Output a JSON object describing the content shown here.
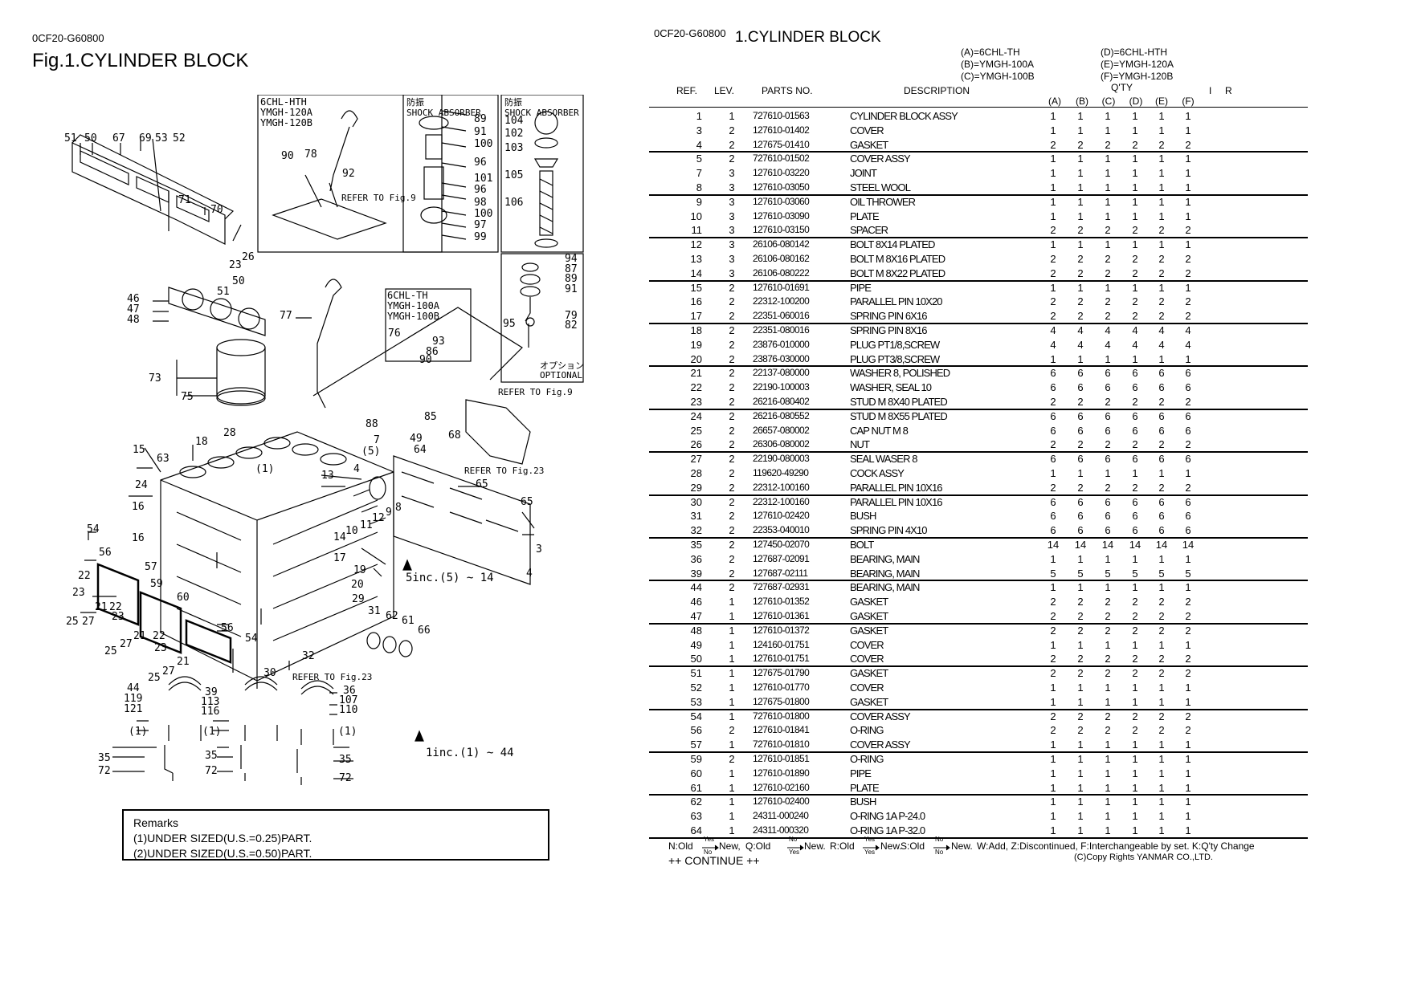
{
  "left": {
    "code": "0CF20-G60800",
    "title": "Fig.1.CYLINDER BLOCK",
    "boxes": [
      {
        "lines": [
          "6CHL-HTH",
          "YMGH-120A",
          "YMGH-120B"
        ]
      },
      {
        "lines": [
          "防振",
          "SHOCK ABSORBER"
        ]
      },
      {
        "lines": [
          "防振",
          "SHOCK ABSORBER"
        ]
      },
      {
        "lines": [
          "6CHL-TH",
          "YMGH-100A",
          "YMGH-100B"
        ]
      }
    ],
    "notes": {
      "refer_fig9_a": "REFER TO Fig.9",
      "refer_fig9_b": "REFER TO Fig.9",
      "refer_fig23_a": "REFER TO Fig.23",
      "refer_fig23_b": "REFER TO Fig.23",
      "optional_jp": "オプション",
      "optional": "OPTIONAL",
      "inc5": "5inc.(5) ~ 14",
      "inc1": "1inc.(1) ~ 44"
    },
    "remarks": {
      "heading": "Remarks",
      "lines": [
        "(1)UNDER SIZED(U.S.=0.25)PART.",
        "(2)UNDER SIZED(U.S.=0.50)PART."
      ]
    }
  },
  "right": {
    "code": "0CF20-G60800",
    "title": "1.CYLINDER BLOCK",
    "models_left": [
      "(A)=6CHL-TH",
      "(B)=YMGH-100A",
      "(C)=YMGH-100B"
    ],
    "models_right": [
      "(D)=6CHL-HTH",
      "(E)=YMGH-120A",
      "(F)=YMGH-120B"
    ],
    "headers": {
      "ref": "REF.",
      "lev": "LEV.",
      "parts": "PARTS NO.",
      "desc": "DESCRIPTION",
      "qty": "Q'TY",
      "i": "I",
      "r": "R",
      "cols": [
        "(A)",
        "(B)",
        "(C)",
        "(D)",
        "(E)",
        "(F)"
      ]
    },
    "rows": [
      [
        "1",
        "1",
        "727610-01563",
        "CYLINDER BLOCK ASSY",
        "1",
        "1",
        "1",
        "1",
        "1",
        "1"
      ],
      [
        "3",
        "2",
        "127610-01402",
        "COVER",
        "1",
        "1",
        "1",
        "1",
        "1",
        "1"
      ],
      [
        "4",
        "2",
        "127675-01410",
        "GASKET",
        "2",
        "2",
        "2",
        "2",
        "2",
        "2"
      ],
      [
        "5",
        "2",
        "727610-01502",
        "COVER ASSY",
        "1",
        "1",
        "1",
        "1",
        "1",
        "1"
      ],
      [
        "7",
        "3",
        "127610-03220",
        "JOINT",
        "1",
        "1",
        "1",
        "1",
        "1",
        "1"
      ],
      [
        "8",
        "3",
        "127610-03050",
        "STEEL WOOL",
        "1",
        "1",
        "1",
        "1",
        "1",
        "1"
      ],
      [
        "9",
        "3",
        "127610-03060",
        "OIL THROWER",
        "1",
        "1",
        "1",
        "1",
        "1",
        "1"
      ],
      [
        "10",
        "3",
        "127610-03090",
        "PLATE",
        "1",
        "1",
        "1",
        "1",
        "1",
        "1"
      ],
      [
        "11",
        "3",
        "127610-03150",
        "SPACER",
        "2",
        "2",
        "2",
        "2",
        "2",
        "2"
      ],
      [
        "12",
        "3",
        "26106-080142",
        "BOLT 8X14 PLATED",
        "1",
        "1",
        "1",
        "1",
        "1",
        "1"
      ],
      [
        "13",
        "3",
        "26106-080162",
        "BOLT M 8X16 PLATED",
        "2",
        "2",
        "2",
        "2",
        "2",
        "2"
      ],
      [
        "14",
        "3",
        "26106-080222",
        "BOLT M 8X22 PLATED",
        "2",
        "2",
        "2",
        "2",
        "2",
        "2"
      ],
      [
        "15",
        "2",
        "127610-01691",
        "PIPE",
        "1",
        "1",
        "1",
        "1",
        "1",
        "1"
      ],
      [
        "16",
        "2",
        "22312-100200",
        "PARALLEL PIN 10X20",
        "2",
        "2",
        "2",
        "2",
        "2",
        "2"
      ],
      [
        "17",
        "2",
        "22351-060016",
        "SPRING PIN 6X16",
        "2",
        "2",
        "2",
        "2",
        "2",
        "2"
      ],
      [
        "18",
        "2",
        "22351-080016",
        "SPRING PIN 8X16",
        "4",
        "4",
        "4",
        "4",
        "4",
        "4"
      ],
      [
        "19",
        "2",
        "23876-010000",
        "PLUG PT1/8,SCREW",
        "4",
        "4",
        "4",
        "4",
        "4",
        "4"
      ],
      [
        "20",
        "2",
        "23876-030000",
        "PLUG PT3/8,SCREW",
        "1",
        "1",
        "1",
        "1",
        "1",
        "1"
      ],
      [
        "21",
        "2",
        "22137-080000",
        "WASHER 8, POLISHED",
        "6",
        "6",
        "6",
        "6",
        "6",
        "6"
      ],
      [
        "22",
        "2",
        "22190-100003",
        "WASHER, SEAL 10",
        "6",
        "6",
        "6",
        "6",
        "6",
        "6"
      ],
      [
        "23",
        "2",
        "26216-080402",
        "STUD M 8X40 PLATED",
        "2",
        "2",
        "2",
        "2",
        "2",
        "2"
      ],
      [
        "24",
        "2",
        "26216-080552",
        "STUD M 8X55 PLATED",
        "6",
        "6",
        "6",
        "6",
        "6",
        "6"
      ],
      [
        "25",
        "2",
        "26657-080002",
        "CAP NUT M 8",
        "6",
        "6",
        "6",
        "6",
        "6",
        "6"
      ],
      [
        "26",
        "2",
        "26306-080002",
        "NUT",
        "2",
        "2",
        "2",
        "2",
        "2",
        "2"
      ],
      [
        "27",
        "2",
        "22190-080003",
        "SEAL WASER 8",
        "6",
        "6",
        "6",
        "6",
        "6",
        "6"
      ],
      [
        "28",
        "2",
        "119620-49290",
        "COCK ASSY",
        "1",
        "1",
        "1",
        "1",
        "1",
        "1"
      ],
      [
        "29",
        "2",
        "22312-100160",
        "PARALLEL PIN 10X16",
        "2",
        "2",
        "2",
        "2",
        "2",
        "2"
      ],
      [
        "30",
        "2",
        "22312-100160",
        "PARALLEL PIN 10X16",
        "6",
        "6",
        "6",
        "6",
        "6",
        "6"
      ],
      [
        "31",
        "2",
        "127610-02420",
        "BUSH",
        "6",
        "6",
        "6",
        "6",
        "6",
        "6"
      ],
      [
        "32",
        "2",
        "22353-040010",
        "SPRING PIN 4X10",
        "6",
        "6",
        "6",
        "6",
        "6",
        "6"
      ],
      [
        "35",
        "2",
        "127450-02070",
        "BOLT",
        "14",
        "14",
        "14",
        "14",
        "14",
        "14"
      ],
      [
        "36",
        "2",
        "127687-02091",
        "BEARING, MAIN",
        "1",
        "1",
        "1",
        "1",
        "1",
        "1"
      ],
      [
        "39",
        "2",
        "127687-02111",
        "BEARING, MAIN",
        "5",
        "5",
        "5",
        "5",
        "5",
        "5"
      ],
      [
        "44",
        "2",
        "727687-02931",
        "BEARING, MAIN",
        "1",
        "1",
        "1",
        "1",
        "1",
        "1"
      ],
      [
        "46",
        "1",
        "127610-01352",
        "GASKET",
        "2",
        "2",
        "2",
        "2",
        "2",
        "2"
      ],
      [
        "47",
        "1",
        "127610-01361",
        "GASKET",
        "2",
        "2",
        "2",
        "2",
        "2",
        "2"
      ],
      [
        "48",
        "1",
        "127610-01372",
        "GASKET",
        "2",
        "2",
        "2",
        "2",
        "2",
        "2"
      ],
      [
        "49",
        "1",
        "124160-01751",
        "COVER",
        "1",
        "1",
        "1",
        "1",
        "1",
        "1"
      ],
      [
        "50",
        "1",
        "127610-01751",
        "COVER",
        "2",
        "2",
        "2",
        "2",
        "2",
        "2"
      ],
      [
        "51",
        "1",
        "127675-01790",
        "GASKET",
        "2",
        "2",
        "2",
        "2",
        "2",
        "2"
      ],
      [
        "52",
        "1",
        "127610-01770",
        "COVER",
        "1",
        "1",
        "1",
        "1",
        "1",
        "1"
      ],
      [
        "53",
        "1",
        "127675-01800",
        "GASKET",
        "1",
        "1",
        "1",
        "1",
        "1",
        "1"
      ],
      [
        "54",
        "1",
        "727610-01800",
        "COVER ASSY",
        "2",
        "2",
        "2",
        "2",
        "2",
        "2"
      ],
      [
        "56",
        "2",
        "127610-01841",
        "O-RING",
        "2",
        "2",
        "2",
        "2",
        "2",
        "2"
      ],
      [
        "57",
        "1",
        "727610-01810",
        "COVER ASSY",
        "1",
        "1",
        "1",
        "1",
        "1",
        "1"
      ],
      [
        "59",
        "2",
        "127610-01851",
        "O-RING",
        "1",
        "1",
        "1",
        "1",
        "1",
        "1"
      ],
      [
        "60",
        "1",
        "127610-01890",
        "PIPE",
        "1",
        "1",
        "1",
        "1",
        "1",
        "1"
      ],
      [
        "61",
        "1",
        "127610-02160",
        "PLATE",
        "1",
        "1",
        "1",
        "1",
        "1",
        "1"
      ],
      [
        "62",
        "1",
        "127610-02400",
        "BUSH",
        "1",
        "1",
        "1",
        "1",
        "1",
        "1"
      ],
      [
        "63",
        "1",
        "24311-000240",
        "O-RING 1A P-24.0",
        "1",
        "1",
        "1",
        "1",
        "1",
        "1"
      ],
      [
        "64",
        "1",
        "24311-000320",
        "O-RING 1A P-32.0",
        "1",
        "1",
        "1",
        "1",
        "1",
        "1"
      ]
    ],
    "legend": {
      "n_old": "N:Old",
      "n_new": "New,",
      "q_old": "Q:Old",
      "q_new": "New.",
      "r_old": "R:Old",
      "r_new": "New.",
      "s_old": "S:Old",
      "s_new": "New.",
      "rest": "W:Add, Z:Discontinued, F:Interchangeable by set. K:Q'ty Change",
      "yes": "Yes",
      "no": "No"
    },
    "continue": "++ CONTINUE ++",
    "copyright": "(C)Copy Rights YANMAR CO.,LTD."
  }
}
